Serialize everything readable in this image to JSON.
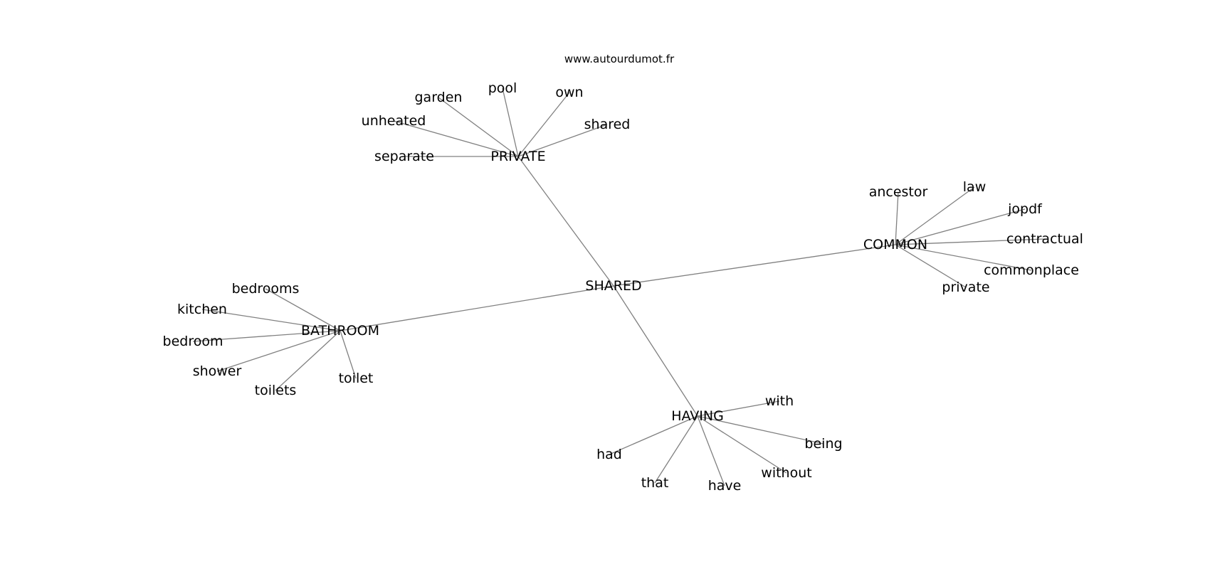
{
  "source": "www.autourdumot.fr",
  "graph": {
    "nodes": [
      {
        "id": "shared_center",
        "label": "SHARED"
      },
      {
        "id": "private_hub",
        "label": "PRIVATE"
      },
      {
        "id": "common_hub",
        "label": "COMMON"
      },
      {
        "id": "bathroom_hub",
        "label": "BATHROOM"
      },
      {
        "id": "having_hub",
        "label": "HAVING"
      },
      {
        "id": "separate",
        "label": "separate"
      },
      {
        "id": "unheated",
        "label": "unheated"
      },
      {
        "id": "garden",
        "label": "garden"
      },
      {
        "id": "pool",
        "label": "pool"
      },
      {
        "id": "own",
        "label": "own"
      },
      {
        "id": "shared_leaf",
        "label": "shared"
      },
      {
        "id": "ancestor",
        "label": "ancestor"
      },
      {
        "id": "law",
        "label": "law"
      },
      {
        "id": "jopdf",
        "label": "jopdf"
      },
      {
        "id": "contractual",
        "label": "contractual"
      },
      {
        "id": "commonplace",
        "label": "commonplace"
      },
      {
        "id": "private_leaf",
        "label": "private"
      },
      {
        "id": "bedrooms",
        "label": "bedrooms"
      },
      {
        "id": "kitchen",
        "label": "kitchen"
      },
      {
        "id": "bedroom",
        "label": "bedroom"
      },
      {
        "id": "shower",
        "label": "shower"
      },
      {
        "id": "toilets",
        "label": "toilets"
      },
      {
        "id": "toilet",
        "label": "toilet"
      },
      {
        "id": "with",
        "label": "with"
      },
      {
        "id": "being",
        "label": "being"
      },
      {
        "id": "without",
        "label": "without"
      },
      {
        "id": "have",
        "label": "have"
      },
      {
        "id": "that",
        "label": "that"
      },
      {
        "id": "had",
        "label": "had"
      }
    ],
    "edges": [
      [
        "shared_center",
        "private_hub"
      ],
      [
        "shared_center",
        "common_hub"
      ],
      [
        "shared_center",
        "bathroom_hub"
      ],
      [
        "shared_center",
        "having_hub"
      ],
      [
        "private_hub",
        "separate"
      ],
      [
        "private_hub",
        "unheated"
      ],
      [
        "private_hub",
        "garden"
      ],
      [
        "private_hub",
        "pool"
      ],
      [
        "private_hub",
        "own"
      ],
      [
        "private_hub",
        "shared_leaf"
      ],
      [
        "common_hub",
        "ancestor"
      ],
      [
        "common_hub",
        "law"
      ],
      [
        "common_hub",
        "jopdf"
      ],
      [
        "common_hub",
        "contractual"
      ],
      [
        "common_hub",
        "commonplace"
      ],
      [
        "common_hub",
        "private_leaf"
      ],
      [
        "bathroom_hub",
        "bedrooms"
      ],
      [
        "bathroom_hub",
        "kitchen"
      ],
      [
        "bathroom_hub",
        "bedroom"
      ],
      [
        "bathroom_hub",
        "shower"
      ],
      [
        "bathroom_hub",
        "toilets"
      ],
      [
        "bathroom_hub",
        "toilet"
      ],
      [
        "having_hub",
        "with"
      ],
      [
        "having_hub",
        "being"
      ],
      [
        "having_hub",
        "without"
      ],
      [
        "having_hub",
        "have"
      ],
      [
        "having_hub",
        "that"
      ],
      [
        "having_hub",
        "had"
      ]
    ]
  }
}
